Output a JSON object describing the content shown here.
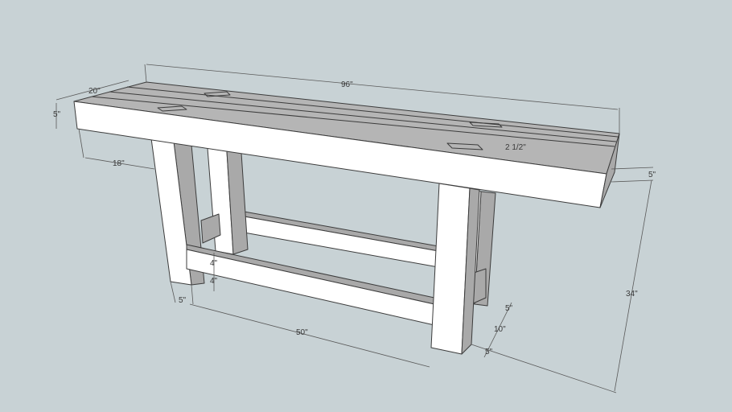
{
  "scene": {
    "background": "#c8d2d5",
    "face_light": "#ffffff",
    "face_top": "#b5b5b5",
    "face_side": "#a9a9a9",
    "edge": "#3c3c3c",
    "dim_line": "#5a5a5a"
  },
  "model": {
    "name": "workbench"
  },
  "dimensions": {
    "top_length": "96\"",
    "top_width": "20\"",
    "top_thickness_left": "5\"",
    "top_thickness_right": "5\"",
    "overhang": "18\"",
    "dog_hole_offset": "2 1/2\"",
    "stretcher_height": "4\"",
    "stretcher_gap": "4\"",
    "leg_width": "5\"",
    "leg_spacing": "50\"",
    "leg_depth_front": "5\"",
    "leg_gap": "10\"",
    "leg_depth_back": "5\"",
    "total_height": "34\""
  }
}
